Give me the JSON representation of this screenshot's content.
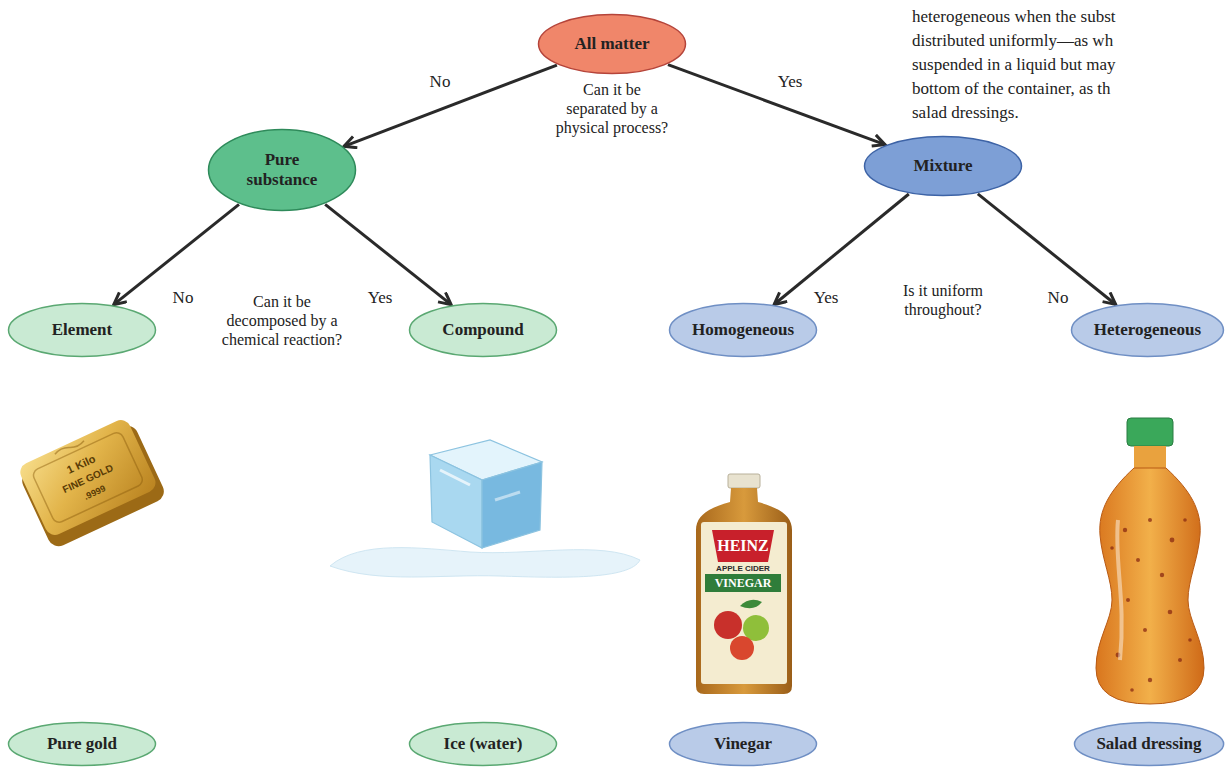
{
  "diagram": {
    "nodes": [
      {
        "text": [
          "All matter"
        ]
      },
      {
        "text": [
          "Pure substance"
        ]
      },
      {
        "text": [
          "Mixture"
        ]
      },
      {
        "text": [
          "Element"
        ]
      },
      {
        "text": [
          "Compound"
        ]
      },
      {
        "text": [
          "Homogeneous"
        ]
      },
      {
        "text": [
          "Heterogeneous"
        ]
      },
      {
        "text": [
          "Pure gold"
        ]
      },
      {
        "text": [
          "Ice (water)"
        ]
      },
      {
        "text": [
          "Vinegar"
        ]
      },
      {
        "text": [
          "Salad dressing"
        ]
      }
    ],
    "edges": [
      {
        "from": 0,
        "to": 1,
        "arrow": "to",
        "label": "No"
      },
      {
        "from": 0,
        "to": 2,
        "arrow": "to",
        "label": "Yes"
      },
      {
        "from": 1,
        "to": 3,
        "arrow": "to",
        "label": "No"
      },
      {
        "from": 1,
        "to": 4,
        "arrow": "to",
        "label": "Yes"
      },
      {
        "from": 2,
        "to": 5,
        "arrow": "to",
        "label": "Yes"
      },
      {
        "from": 2,
        "to": 6,
        "arrow": "to",
        "label": "No"
      }
    ],
    "labels": [
      "Can it be separated by a physical process?",
      "Can it be decomposed by a chemical reaction?",
      "Is it uniform throughout?",
      "heterogeneous when the subst",
      "distributed uniformly—as wh",
      "suspended in a liquid but may",
      "bottom of the container, as th",
      "salad dressings.",
      "1 Kilo",
      "FINE GOLD",
      ".9999",
      "HEINZ",
      "APPLE CIDER",
      "VINEGAR"
    ]
  }
}
